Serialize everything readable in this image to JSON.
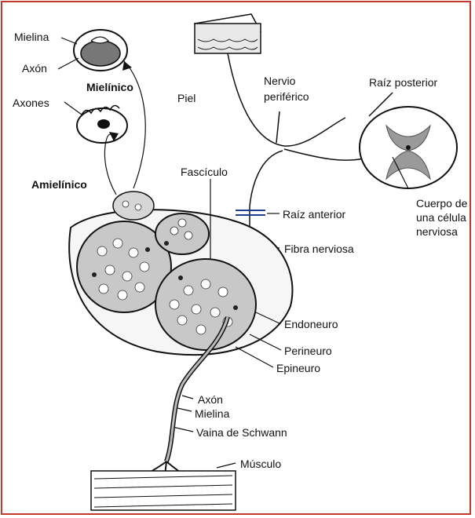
{
  "colors": {
    "border": "#c0392b",
    "ink": "#111111",
    "accent_blue": "#1f3f8f",
    "gray_matter": "#9a9a9a"
  },
  "labels": {
    "mielina_top": "Mielina",
    "axon_top": "Axón",
    "mielinico": "Mielínico",
    "axones": "Axones",
    "amielinico": "Amielínico",
    "piel": "Piel",
    "nervio_line1": "Nervio",
    "nervio_line2": "periférico",
    "raiz_posterior": "Raíz posterior",
    "cuerpo_line1": "Cuerpo de",
    "cuerpo_line2": "una célula",
    "cuerpo_line3": "nerviosa",
    "fasciculo": "Fascículo",
    "raiz_anterior": "Raíz anterior",
    "fibra_nerviosa": "Fibra nerviosa",
    "endoneuro": "Endoneuro",
    "perineuro": "Perineuro",
    "epineuro": "Epineuro",
    "axon_bottom": "Axón",
    "mielina_bottom": "Mielina",
    "vaina": "Vaina de Schwann",
    "musculo": "Músculo"
  }
}
